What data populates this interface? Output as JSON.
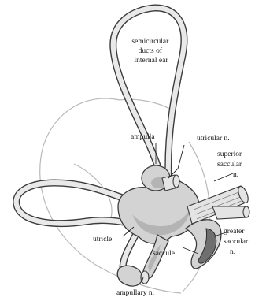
{
  "labels": {
    "semicircular": [
      "semicircular",
      "ducts of",
      "internal ear"
    ],
    "ampulla": "ampulla",
    "utricular_n": "utricular n.",
    "superior_saccular": [
      "superior",
      "saccular",
      "n."
    ],
    "utricle": "utricle",
    "saccule": "saccule",
    "greater_saccular": [
      "greater",
      "saccular",
      "n."
    ],
    "ampullary_n": "ampullary n."
  }
}
